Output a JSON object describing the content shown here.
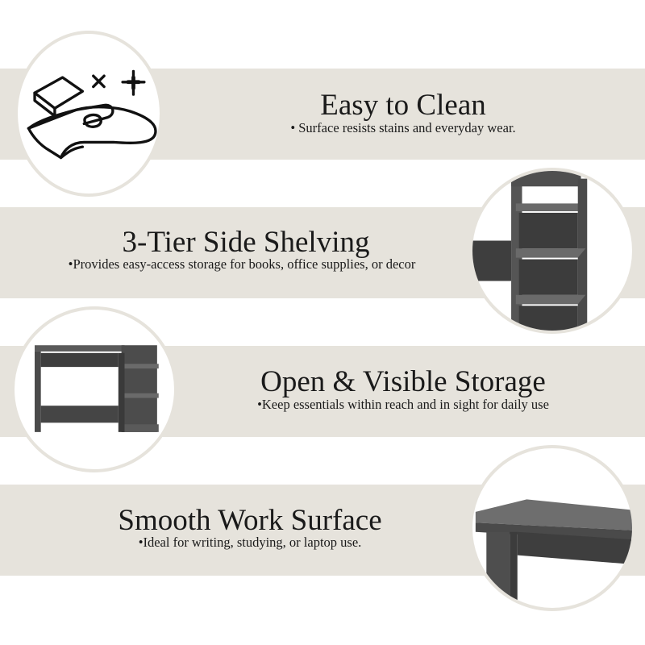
{
  "features": [
    {
      "title": "Easy to Clean",
      "bullet": "•",
      "subtitle": "Surface resists stains and everyday wear.",
      "icon": "cleaning-hand-icon"
    },
    {
      "title": "3-Tier Side Shelving",
      "bullet": "•",
      "subtitle": "Provides easy-access storage for books, office supplies, or decor",
      "image": "side-shelving-closeup"
    },
    {
      "title": "Open & Visible Storage",
      "bullet": "•",
      "subtitle": "Keep essentials within reach and in sight for daily use",
      "image": "desk-with-shelves"
    },
    {
      "title": "Smooth Work Surface",
      "bullet": "•",
      "subtitle": "Ideal for writing, studying, or laptop use.",
      "image": "desktop-surface-closeup"
    }
  ],
  "colors": {
    "band": "#e6e3dc",
    "wood_dark": "#4a4a4a",
    "wood_mid": "#5e5e5e",
    "text": "#1a1a1a"
  }
}
